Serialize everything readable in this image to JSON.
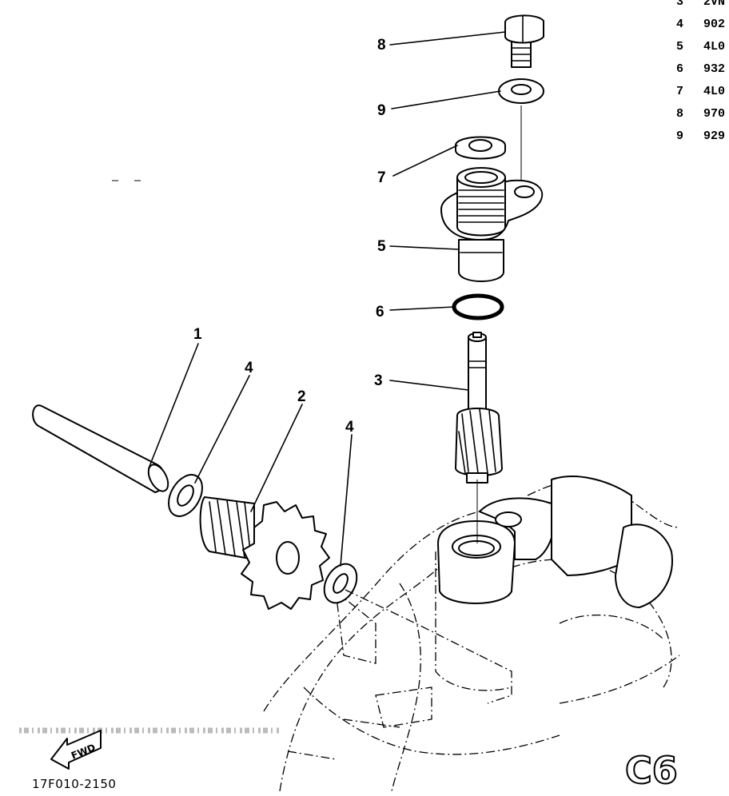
{
  "parts_table": {
    "rows": [
      {
        "no": "3",
        "code": "2VN"
      },
      {
        "no": "4",
        "code": "902"
      },
      {
        "no": "5",
        "code": "4L0"
      },
      {
        "no": "6",
        "code": "932"
      },
      {
        "no": "7",
        "code": "4L0"
      },
      {
        "no": "8",
        "code": "970"
      },
      {
        "no": "9",
        "code": "929"
      }
    ]
  },
  "callouts": {
    "c8": "8",
    "c9": "9",
    "c7": "7",
    "c5": "5",
    "c6": "6",
    "c3": "3",
    "c1": "1",
    "c4a": "4",
    "c2": "2",
    "c4b": "4"
  },
  "fwd_label": "FWD",
  "figure_code": "17F010-2150",
  "page_code": "C6"
}
